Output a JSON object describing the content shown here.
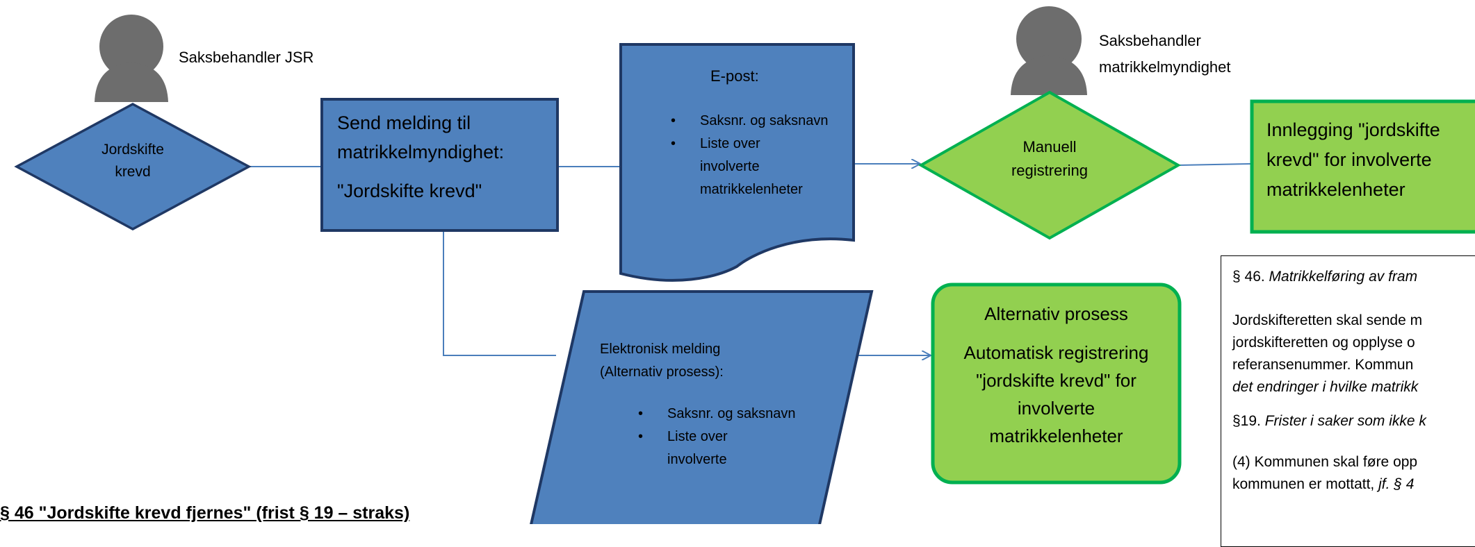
{
  "actors": {
    "jsr": {
      "label": "Saksbehandler JSR"
    },
    "matrikkel": {
      "line1": "Saksbehandler",
      "line2": "matrikkelmyndighet"
    }
  },
  "shapes": {
    "start_decision": {
      "line1": "Jordskifte",
      "line2": "krevd"
    },
    "send_message": {
      "line1": "Send melding til",
      "line2": "matrikkelmyndighet:",
      "line3": "\"Jordskifte krevd\""
    },
    "email_doc": {
      "title": "E-post:",
      "bullets": [
        "Saksnr. og saksnavn",
        "Liste over"
      ],
      "cont1": "involverte",
      "cont2": "matrikkelenheter"
    },
    "manual_decision": {
      "line1": "Manuell",
      "line2": "registrering"
    },
    "entry_process": {
      "line1": "Innlegging \"jordskifte",
      "line2": "krevd\" for involverte",
      "line3": "matrikkelenheter"
    },
    "electronic_msg": {
      "line1": "Elektronisk melding",
      "line2": "(Alternativ prosess):",
      "bullets": [
        "Saksnr. og saksnavn",
        "Liste over"
      ],
      "cont1": "involverte"
    },
    "alt_process": {
      "title": "Alternativ prosess",
      "line1": "Automatisk registrering",
      "line2": "\"jordskifte krevd\" for",
      "line3": "involverte",
      "line4": "matrikkelenheter"
    }
  },
  "heading": "§ 46 \"Jordskifte krevd fjernes\" (frist § 19 – straks)",
  "legal": {
    "p1_prefix": "§ 46. ",
    "p1_italic": "Matrikkelføring av fram",
    "p2_l1": "Jordskifteretten skal sende m",
    "p2_l2": "jordskifteretten og opplyse o",
    "p2_l3": "referansenummer. Kommun",
    "p2_l4_italic": "det endringer i hvilke matrikk",
    "p3_prefix": "§19. ",
    "p3_italic": "Frister i saker som ikke k",
    "p4_l1": "(4) Kommunen skal føre opp",
    "p4_l2_text": "kommunen er mottatt, ",
    "p4_l2_italic": "jf. § 4"
  },
  "colors": {
    "blue_fill": "#4f81bd",
    "blue_border": "#1f3864",
    "green_fill": "#92d050",
    "green_border": "#00b050",
    "connector": "#4a7ebb",
    "actor_gray": "#6d6d6d"
  }
}
